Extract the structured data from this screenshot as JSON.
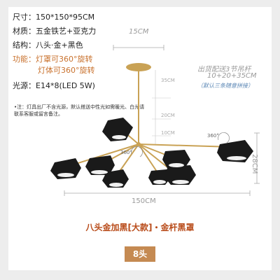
{
  "specs": {
    "size": "尺寸：150*150*95CM",
    "material": "材质：五金铁艺+亚克力",
    "structure": "结构：八头·金+黑色",
    "function_line1": "功能：灯罩可360°旋转",
    "function_line2": "灯体可360°旋转",
    "light_source": "光源：E14*8(LED 5W)"
  },
  "note": "•注：灯具出厂不含光源，默认搭送中性光如需暖光、白光请联系客服或留言备注。",
  "dimensions": {
    "canopy_width": "15CM",
    "rod_info_line1": "出货配送3节吊杆",
    "rod_info_line2": "10+20+35CM",
    "rod_info_line3": "（默认三条随意拼接）",
    "rod_35": "35CM",
    "rod_20": "20CM",
    "rod_10": "10CM",
    "rotate_left": "360°",
    "rotate_right": "360°",
    "height": "28CM",
    "width": "150CM"
  },
  "caption": "八头金加黑[大款]・金杆黑罩",
  "badge": "8头",
  "colors": {
    "gold": "#c9a255",
    "shade": "#1a1a1a",
    "caption": "#b84a18",
    "badge": "#c58a52"
  }
}
